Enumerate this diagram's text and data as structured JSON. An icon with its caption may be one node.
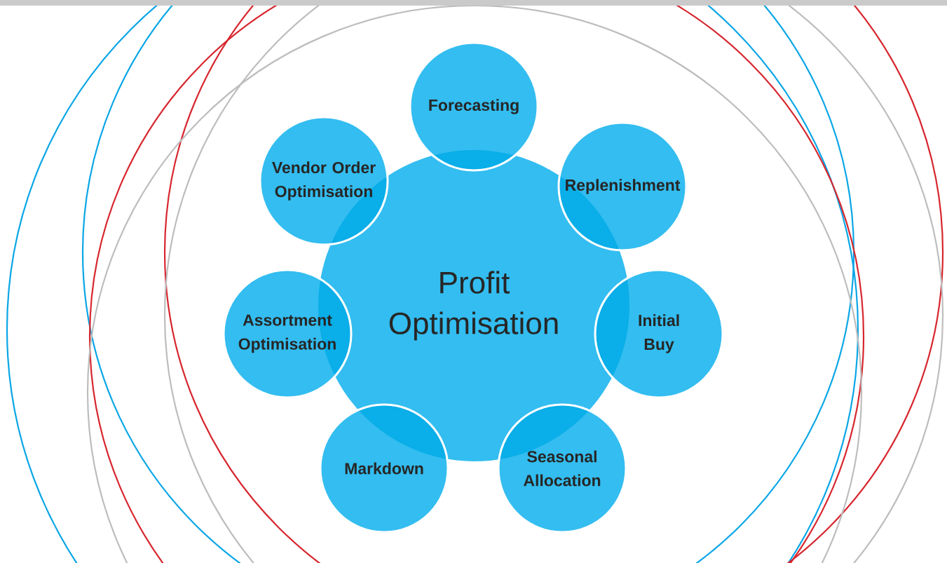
{
  "diagram": {
    "nodes": [
      {
        "text": [
          "Profit Optimisation"
        ]
      },
      {
        "text": [
          "Forecasting"
        ]
      },
      {
        "text": [
          "Replenishment"
        ]
      },
      {
        "text": [
          "Initial Buy"
        ]
      },
      {
        "text": [
          "Seasonal Allocation"
        ]
      },
      {
        "text": [
          "Markdown"
        ]
      },
      {
        "text": [
          "Assortment Optimisation"
        ]
      },
      {
        "text": [
          "Vendor Order Optimisation"
        ]
      }
    ]
  }
}
